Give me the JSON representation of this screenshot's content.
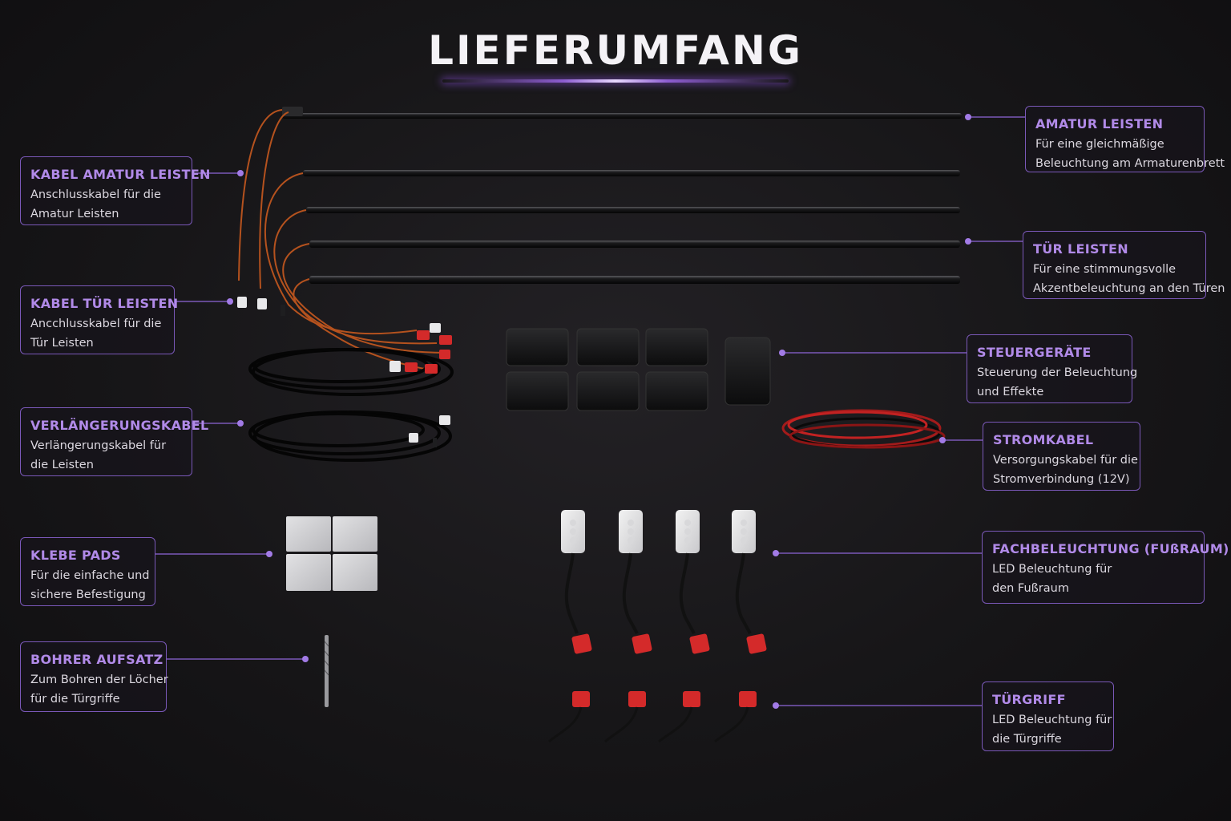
{
  "title": "LIEFERUMFANG",
  "callouts": {
    "kabel_amatur": {
      "heading": "KABEL AMATUR LEISTEN",
      "line1": "Anschlusskabel für die",
      "line2": "Amatur Leisten"
    },
    "kabel_tuer": {
      "heading": "KABEL TÜR LEISTEN",
      "line1": "Ancchlusskabel für die",
      "line2": "Tür Leisten"
    },
    "verlaengerung": {
      "heading": "VERLÄNGERUNGSKABEL",
      "line1": "Verlängerungskabel für",
      "line2": "die Leisten"
    },
    "klebe_pads": {
      "heading": "KLEBE PADS",
      "line1": "Für die einfache und",
      "line2": "sichere Befestigung"
    },
    "bohrer": {
      "heading": "BOHRER AUFSATZ",
      "line1": "Zum Bohren der Löcher",
      "line2": "für die Türgriffe"
    },
    "amatur_leisten": {
      "heading": "AMATUR LEISTEN",
      "line1": "Für eine gleichmäßige",
      "line2": "Beleuchtung am Armaturenbrett"
    },
    "tuer_leisten": {
      "heading": "TÜR LEISTEN",
      "line1": "Für eine stimmungsvolle",
      "line2": "Akzentbeleuchtung an den Türen"
    },
    "steuergeraete": {
      "heading": "STEUERGERÄTE",
      "line1": "Steuerung der Beleuchtung",
      "line2": "und Effekte"
    },
    "stromkabel": {
      "heading": "STROMKABEL",
      "line1": "Versorgungskabel für die",
      "line2": "Stromverbindung (12V)"
    },
    "fachbeleuchtung": {
      "heading": "FACHBELEUCHTUNG (FUßRAUM)",
      "line1": "LED Beleuchtung für",
      "line2": "den Fußraum"
    },
    "tuergriff": {
      "heading": "TÜRGRIFF",
      "line1": "LED Beleuchtung für",
      "line2": "die Türgriffe"
    }
  },
  "colors": {
    "accent": "#b18ae8",
    "border": "#7a58b8",
    "connector_red": "#d42a2a",
    "background": "#171618"
  }
}
